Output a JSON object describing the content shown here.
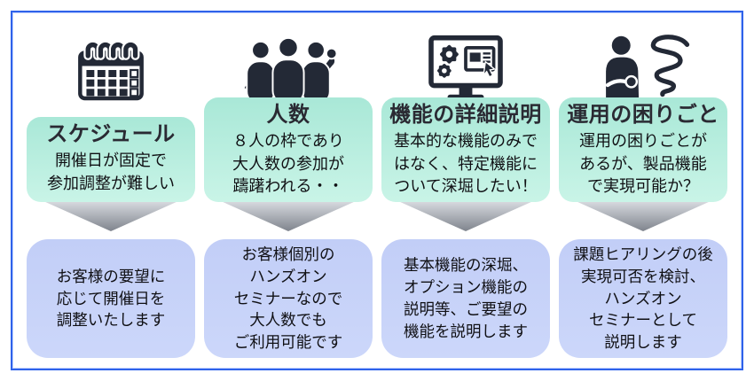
{
  "palette": {
    "frame_border": "#2f62ea",
    "icon_color": "#232936",
    "problem_box": "#ace9d8",
    "solution_box": "#c6d2f8",
    "arrow_gray_top": "#d8dbe0",
    "arrow_gray_bottom": "#7f848d"
  },
  "columns": [
    {
      "icon": "calendar-icon",
      "title": "スケジュール",
      "problem": "開催日が固定で\n参加調整が難しい",
      "solution": "お客様の要望に\n応じて開催日を\n調整いたします"
    },
    {
      "icon": "people-icon",
      "title": "人数",
      "problem": "８人の枠であり\n大人数の参加が\n躊躇われる・・",
      "solution": "お客様個別の\nハンズオン\nセミナーなので\n大人数でも\nご利用可能です"
    },
    {
      "icon": "monitor-gears-icon",
      "title": "機能の詳細説明",
      "problem": "基本的な機能のみで\nはなく、特定機能に\nついて深堀したい！",
      "solution": "基本機能の深堀、\nオプション機能の\n説明等、ご要望の\n機能を説明します"
    },
    {
      "icon": "confused-person-icon",
      "title": "運用の困りごと",
      "problem": "運用の困りごとが\nあるが、製品機能\nで実現可能か？",
      "solution": "課題ヒアリングの後\n実現可否を検討、\nハンズオン\nセミナーとして\n説明します"
    }
  ]
}
